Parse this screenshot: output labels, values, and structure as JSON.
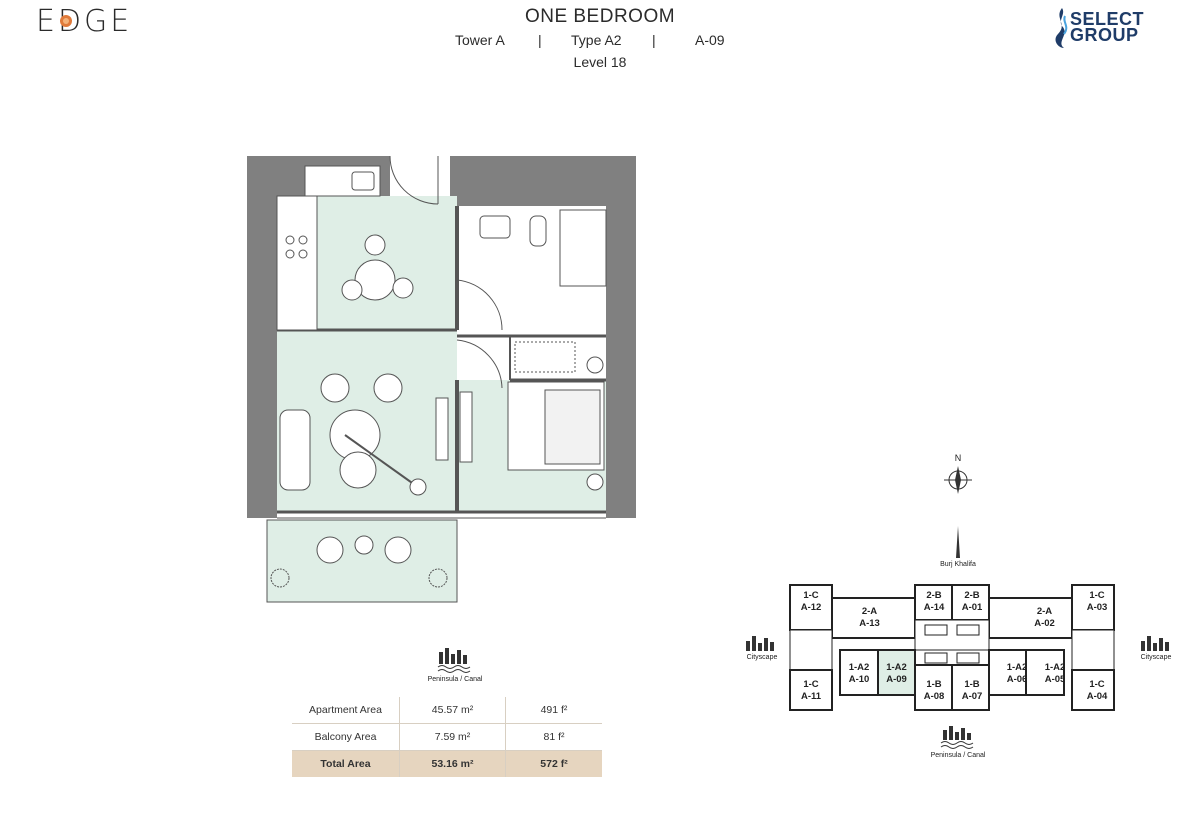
{
  "brand": {
    "project_logo": "EDGE",
    "developer_logo_line1": "SELECT",
    "developer_logo_line2": "GROUP"
  },
  "header": {
    "title": "ONE BEDROOM",
    "tower": "Tower A",
    "separator": "|",
    "type": "Type A2",
    "unit": "A-09",
    "level": "Level 18"
  },
  "view_label": "Peninsula / Canal",
  "area_table": {
    "rows": [
      {
        "label": "Apartment Area",
        "sqm": "45.57 m²",
        "sqft": "491 f²"
      },
      {
        "label": "Balcony Area",
        "sqm": "7.59 m²",
        "sqft": "81 f²"
      },
      {
        "label": "Total Area",
        "sqm": "53.16 m²",
        "sqft": "572 f²"
      }
    ]
  },
  "key_plan": {
    "north": "N",
    "top_label": "Burj Khalifa",
    "bottom_label": "Peninsula / Canal",
    "left_label": "Cityscape",
    "right_label": "Cityscape",
    "units": [
      {
        "type": "1-C",
        "unit": "A-12"
      },
      {
        "type": "2-A",
        "unit": "A-13"
      },
      {
        "type": "2-B",
        "unit": "A-14"
      },
      {
        "type": "2-B",
        "unit": "A-01"
      },
      {
        "type": "2-A",
        "unit": "A-02"
      },
      {
        "type": "1-C",
        "unit": "A-03"
      },
      {
        "type": "1-C",
        "unit": "A-11"
      },
      {
        "type": "1-A2",
        "unit": "A-10"
      },
      {
        "type": "1-A2",
        "unit": "A-09"
      },
      {
        "type": "1-B",
        "unit": "A-08"
      },
      {
        "type": "1-B",
        "unit": "A-07"
      },
      {
        "type": "1-A2",
        "unit": "A-06"
      },
      {
        "type": "1-A2",
        "unit": "A-05"
      },
      {
        "type": "1-C",
        "unit": "A-04"
      }
    ],
    "highlighted_unit": "A-09"
  },
  "colors": {
    "room_fill": "#dfeee6",
    "wall": "#808080",
    "table_total_bg": "#e6d5bf",
    "logo_blue": "#1f3c68"
  }
}
